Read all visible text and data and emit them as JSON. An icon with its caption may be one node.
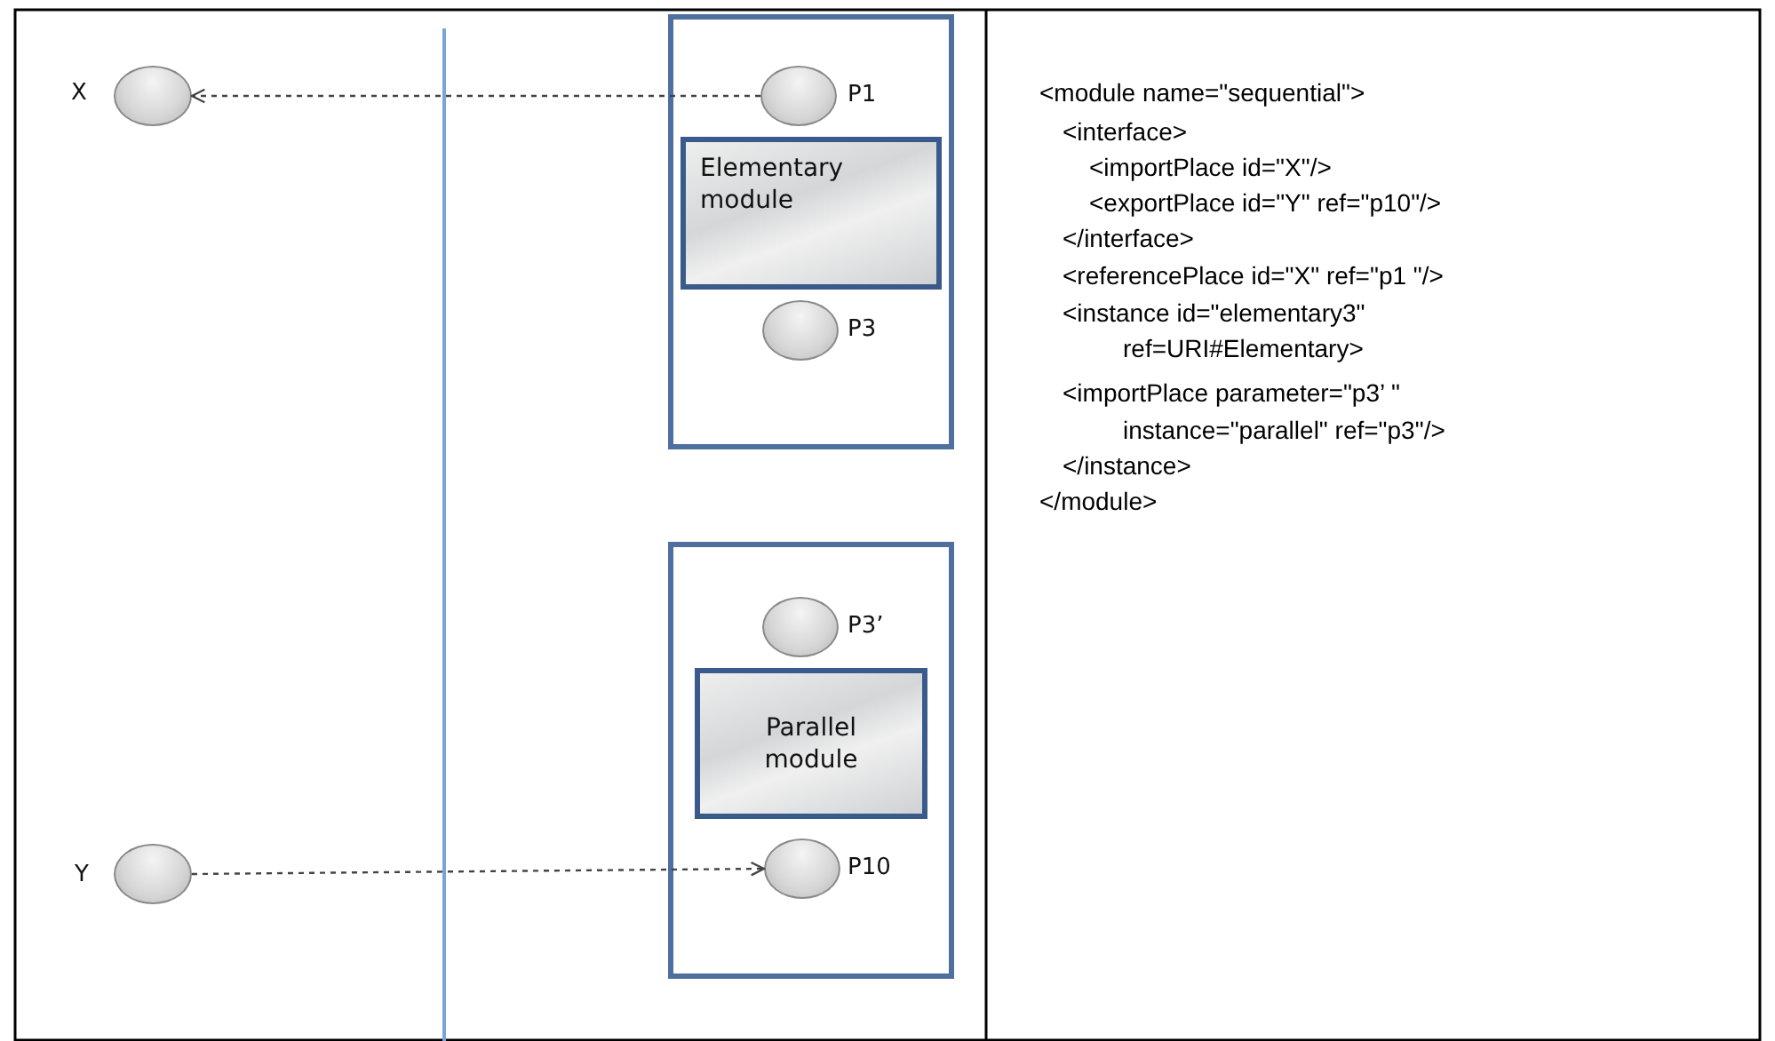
{
  "diagram": {
    "nodes": [
      {
        "text": [],
        "shape": "circle",
        "beside": [
          "X"
        ]
      },
      {
        "text": [],
        "shape": "box"
      },
      {
        "text": [],
        "shape": "circle",
        "beside": [
          "P1"
        ],
        "in": 1
      },
      {
        "text": [
          "Elementary module"
        ],
        "in": 1
      },
      {
        "text": [],
        "shape": "circle",
        "beside": [
          "P3"
        ],
        "in": 1
      },
      {
        "text": [],
        "shape": "box"
      },
      {
        "text": [],
        "shape": "circle",
        "beside": [
          "P3’"
        ],
        "in": 5
      },
      {
        "text": [
          "Parallel module"
        ],
        "in": 5
      },
      {
        "text": [],
        "shape": "circle",
        "beside": [
          "Y"
        ]
      },
      {
        "text": [],
        "shape": "circle",
        "beside": [
          "P10"
        ],
        "in": 5
      }
    ],
    "edges": [
      {
        "from": 2,
        "to": 0,
        "arrow": "to",
        "style": "dashed"
      },
      {
        "from": 8,
        "to": 9,
        "arrow": "to",
        "style": "dashed"
      }
    ],
    "labels": [
      "<module name=\"sequential\">",
      "<interface>",
      "<importPlace id=\"X\"/>",
      "<exportPlace id=\"Y\" ref=\"p10\"/>",
      "</interface>",
      "<referencePlace id=\"X\" ref=\"p1 \"/>",
      "<instance id=\"elementary3\"",
      "ref=URI#Elementary>",
      "<importPlace parameter=\"p3’ \"",
      "instance=\"parallel\" ref=\"p3\"/>",
      "</instance>",
      "</module>"
    ]
  }
}
